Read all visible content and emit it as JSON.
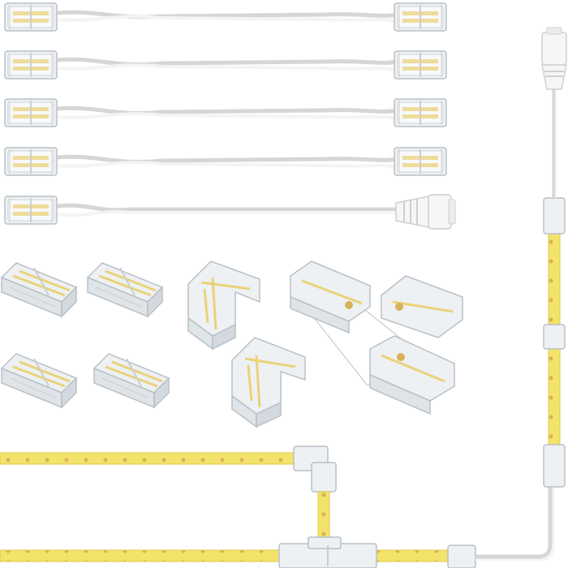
{
  "scene": {
    "background": "#ffffff",
    "colors": {
      "cable": "#f4f4f4",
      "cable_edge": "#d6d6d6",
      "clip_body": "#eef1f3",
      "clip_edge": "#b9c0c6",
      "clip_shadow": "#c9cfd4",
      "pin": "#e9d27a",
      "led_strip": "#f2e36a",
      "led_strip_edge": "#e0c94a",
      "led_dot": "#d8b25a",
      "dc_jack": "#f6f6f6",
      "dc_jack_edge": "#cfcfcf"
    },
    "items": {
      "jumper_cables_with_two_connectors": 4,
      "jumper_cable_with_dc_female_jack": 1,
      "straight_connectors": 4,
      "l_shape_connectors": 2,
      "t_shape_connectors": 1
    }
  }
}
